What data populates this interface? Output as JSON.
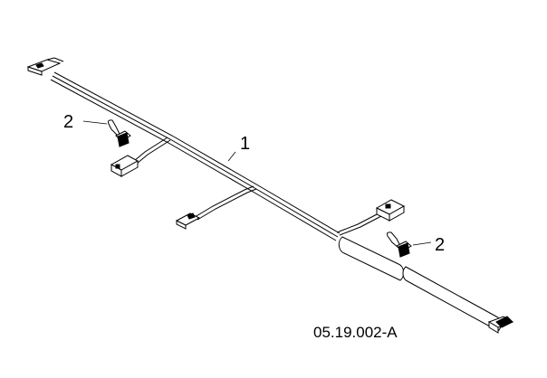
{
  "diagram": {
    "callouts": [
      {
        "id": "harness",
        "label": "1"
      },
      {
        "id": "clip-upper",
        "label": "2"
      },
      {
        "id": "clip-lower",
        "label": "2"
      }
    ],
    "drawing_code": "05.19.002-A"
  }
}
